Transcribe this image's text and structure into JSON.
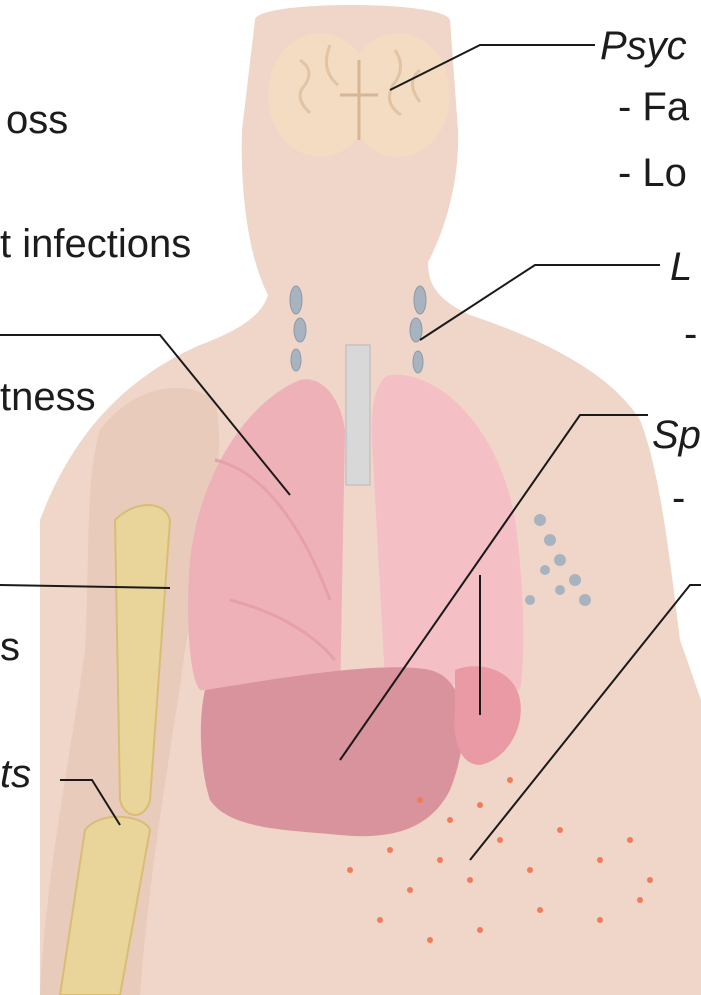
{
  "colors": {
    "skin": "#efd6c8",
    "skin_shade": "#e6c6b4",
    "brain": "#f3dcc2",
    "lung_left": "#efb1b8",
    "lung_right": "#f4c0c6",
    "liver": "#d9939d",
    "spleen": "#e99aa4",
    "trachea": "#d8d8d8",
    "bone": "#e9d49a",
    "lymph": "#a8b3c0",
    "spots": "#f07c5a",
    "leader": "#1a1a1a",
    "text": "#1c1c1c"
  },
  "icons": [
    "brain-illustration",
    "lymph-node-icon",
    "lung-illustration",
    "liver-illustration",
    "spleen-illustration",
    "bone-illustration",
    "skin-spots"
  ],
  "labels": {
    "left": {
      "line1": "oss",
      "line2": "t infections",
      "line3": "tness",
      "line4": "s",
      "line5": "ts"
    },
    "right": {
      "psych_title": "Psyc",
      "psych_item1": "- Fa",
      "psych_item2": "- Lo",
      "lymph_title": "L",
      "lymph_item1": "-",
      "spleen_title": "Sp",
      "spleen_item1": "-"
    }
  }
}
